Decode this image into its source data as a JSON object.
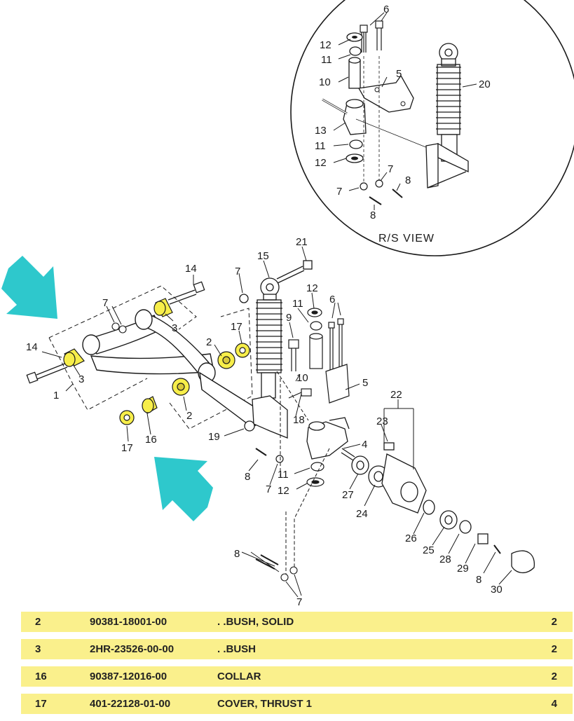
{
  "diagram": {
    "view_label": "R/S VIEW",
    "callouts": [
      "1",
      "2",
      "3",
      "4",
      "5",
      "6",
      "7",
      "8",
      "9",
      "10",
      "11",
      "12",
      "13",
      "14",
      "15",
      "16",
      "17",
      "18",
      "19",
      "20",
      "21",
      "22",
      "23",
      "24",
      "25",
      "26",
      "27",
      "28",
      "29",
      "30"
    ],
    "highlight_color": "#f7ee4a",
    "arrow_color": "#2ec8cc"
  },
  "parts": [
    {
      "ref": "2",
      "part_no": "90381-18001-00",
      "desc": ". .BUSH, SOLID",
      "qty": "2"
    },
    {
      "ref": "3",
      "part_no": "2HR-23526-00-00",
      "desc": ". .BUSH",
      "qty": "2"
    },
    {
      "ref": "16",
      "part_no": "90387-12016-00",
      "desc": "COLLAR",
      "qty": "2"
    },
    {
      "ref": "17",
      "part_no": "401-22128-01-00",
      "desc": "COVER, THRUST 1",
      "qty": "4"
    }
  ]
}
